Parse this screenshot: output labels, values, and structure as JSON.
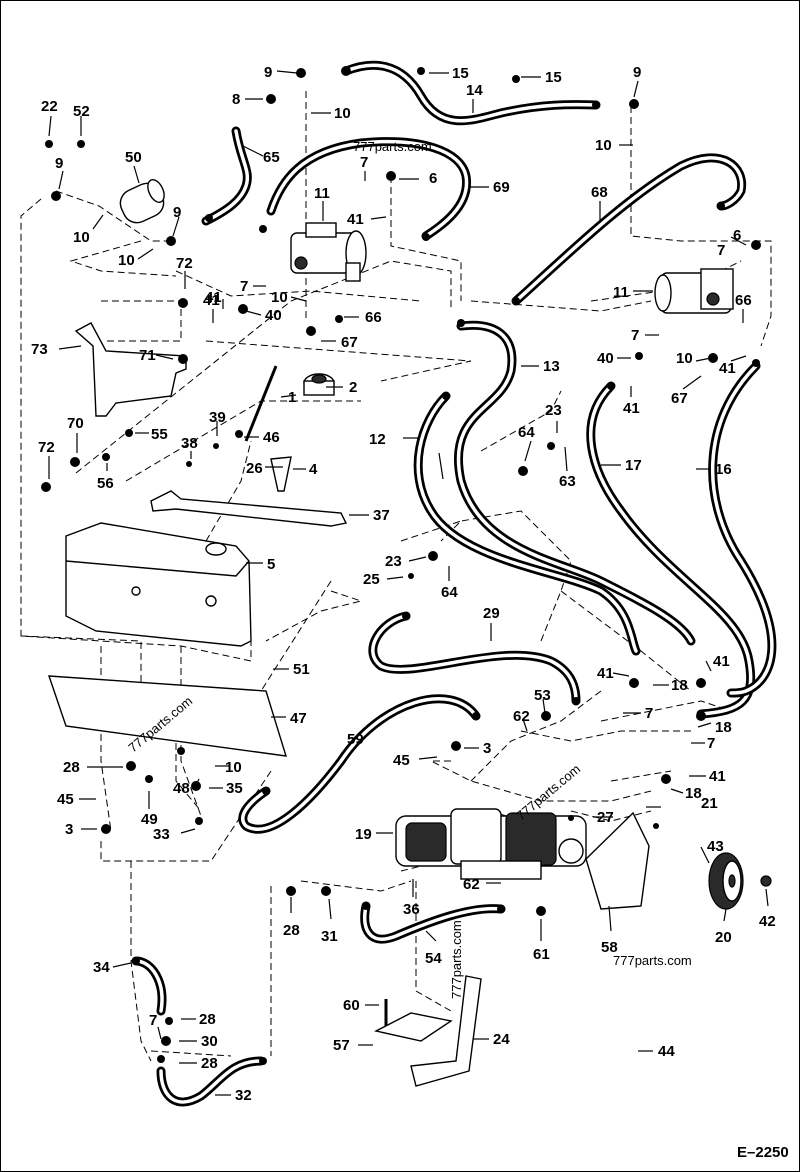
{
  "figure": {
    "code": "E–2250"
  },
  "watermarks": [
    "777parts.com",
    "777parts.com",
    "777parts.com",
    "777parts.com",
    "777parts.com"
  ],
  "callouts": [
    "9",
    "15",
    "15",
    "9",
    "22",
    "52",
    "8",
    "10",
    "14",
    "10",
    "50",
    "65",
    "7",
    "6",
    "69",
    "9",
    "9",
    "11",
    "68",
    "10",
    "10",
    "72",
    "41",
    "7",
    "10",
    "41",
    "6",
    "7",
    "11",
    "73",
    "41",
    "40",
    "66",
    "67",
    "7",
    "66",
    "71",
    "2",
    "13",
    "40",
    "10",
    "67",
    "41",
    "1",
    "39",
    "55",
    "46",
    "70",
    "23",
    "38",
    "41",
    "12",
    "64",
    "63",
    "72",
    "26",
    "4",
    "17",
    "16",
    "56",
    "37",
    "5",
    "23",
    "25",
    "64",
    "29",
    "51",
    "41",
    "41",
    "18",
    "53",
    "47",
    "62",
    "59",
    "7",
    "18",
    "45",
    "3",
    "28",
    "10",
    "7",
    "41",
    "48",
    "35",
    "45",
    "18",
    "49",
    "21",
    "27",
    "3",
    "33",
    "19",
    "43",
    "62",
    "36",
    "28",
    "31",
    "61",
    "42",
    "54",
    "20",
    "58",
    "34",
    "28",
    "60",
    "7",
    "30",
    "24",
    "57",
    "28",
    "32",
    "44"
  ]
}
